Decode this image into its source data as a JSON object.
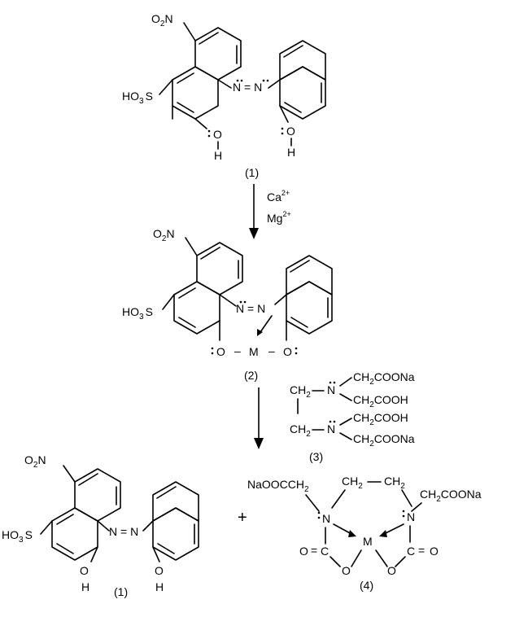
{
  "compound_labels": {
    "c1_top": "(1)",
    "c2": "(2)",
    "c3": "(3)",
    "c1_bottom": "(1)",
    "c4": "(4)"
  },
  "reagents": {
    "ca": "Ca",
    "ca_charge": "2+",
    "mg": "Mg",
    "mg_charge": "2+"
  },
  "groups": {
    "nitro_o": "O",
    "nitro_sub": "2",
    "nitro_n": "N",
    "sulfo_ho": "HO",
    "sulfo_sub": "3",
    "sulfo_s": "S",
    "oh_o": "O",
    "oh_h": "H",
    "azo": "N = N",
    "azo_n": "N",
    "azo_eq": "=",
    "oxy": "O",
    "metal": "M",
    "dash": "–"
  },
  "edta": {
    "ch2": "CH",
    "ch2_sub": "2",
    "n": "N",
    "coona": "COONa",
    "cooh": "COOH"
  },
  "complex": {
    "left_arm": "NaOOCCH",
    "left_arm_sub": "2",
    "right_arm_a": "CH",
    "right_arm_sub": "2",
    "right_arm_b": "COONa",
    "bridge_a": "CH",
    "bridge_sub": "2",
    "bridge_b": "CH",
    "n": "N",
    "c": "C",
    "o": "O",
    "m": "M",
    "eq": "="
  },
  "plus": "+"
}
